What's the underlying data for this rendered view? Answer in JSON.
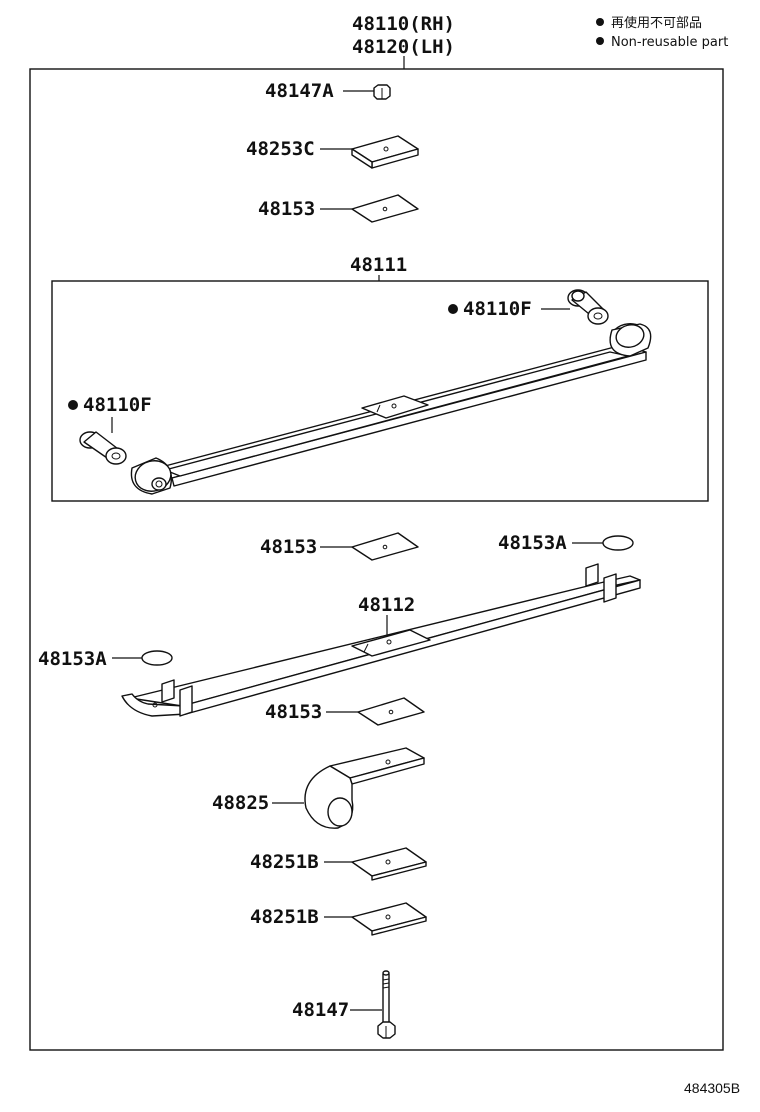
{
  "assembly": {
    "label_rh": "48110(RH)",
    "label_lh": "48120(LH)"
  },
  "legend": {
    "marker": "●",
    "jp": "再使用不可部品",
    "en": "Non-reusable part"
  },
  "parts": {
    "nut": "48147A",
    "upper_seat": "48253C",
    "upper_pad": "48153",
    "no1_leaf": "48111",
    "bush_right": "48110F",
    "bush_left": "48110F",
    "mid_pad": "48153",
    "clip_pad_right": "48153A",
    "no2_leaf": "48112",
    "clip_pad_left": "48153A",
    "lower_pad": "48153",
    "clamp": "48825",
    "spacer_1": "48251B",
    "spacer_2": "48251B",
    "center_bolt": "48147"
  },
  "figure_code": "484305B"
}
